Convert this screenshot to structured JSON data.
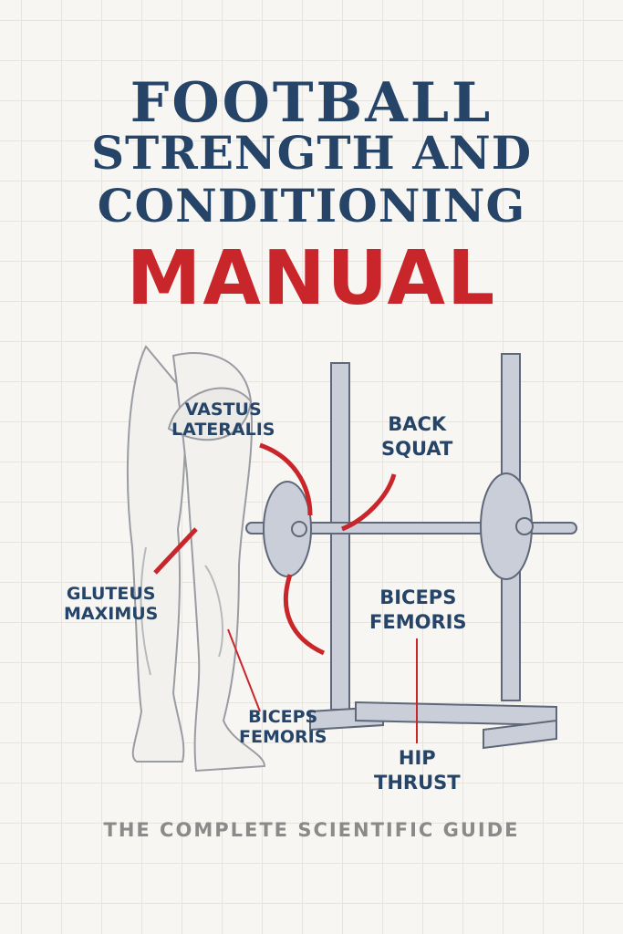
{
  "title": {
    "line1": "FOOTBALL",
    "line2": "STRENGTH AND",
    "line3": "CONDITIONING",
    "line4": "MANUAL"
  },
  "labels": {
    "vastus_lateralis": [
      "VASTUS",
      "LATERALIS"
    ],
    "back_squat": [
      "BACK",
      "SQUAT"
    ],
    "gluteus_maximus": [
      "GLUTEUS",
      "MAXIMUS"
    ],
    "biceps_femoris_right": [
      "BICEPS",
      "FEMORIS"
    ],
    "biceps_femoris_left": [
      "BICEPS",
      "FEMORIS"
    ],
    "hip_thrust": [
      "HIP",
      "THRUST"
    ]
  },
  "subtitle": "THE COMPLETE SCIENTIFIC GUIDE",
  "colors": {
    "navy": "#254467",
    "red": "#c8262a",
    "steel": "#8d97a8"
  }
}
